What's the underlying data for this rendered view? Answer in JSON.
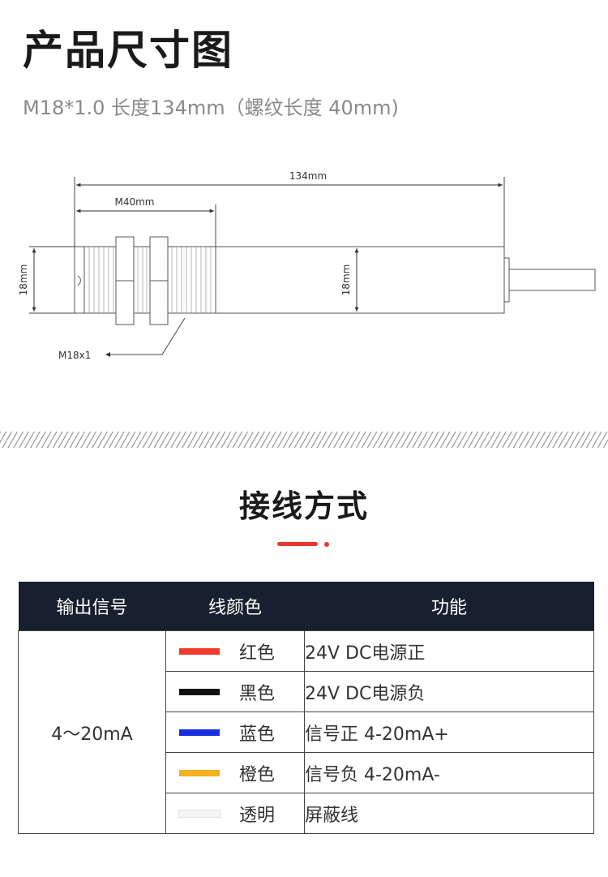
{
  "header": {
    "title": "产品尺寸图",
    "subtitle": "M18*1.0 长度134mm（螺纹长度 40mm)"
  },
  "diagram": {
    "total_length_label": "134mm",
    "thread_length_label": "M40mm",
    "diameter_left_label": "18mm",
    "diameter_body_label": "18mm",
    "thread_callout_label": "M18x1"
  },
  "wiring": {
    "title": "接线方式",
    "accent_color": "#e8382c",
    "header_bg": "#18202f",
    "columns": [
      "输出信号",
      "线颜色",
      "功能"
    ],
    "signal": "4～20mA",
    "rows": [
      {
        "color_name": "红色",
        "swatch": "#f0392b",
        "function": "24V DC电源正"
      },
      {
        "color_name": "黑色",
        "swatch": "#111111",
        "function": "24V DC电源负"
      },
      {
        "color_name": "蓝色",
        "swatch": "#1a2fe0",
        "function": "信号正 4-20mA+"
      },
      {
        "color_name": "橙色",
        "swatch": "#f5b021",
        "function": "信号负 4-20mA-"
      },
      {
        "color_name": "透明",
        "swatch": "#f4f4f4",
        "function": "屏蔽线"
      }
    ]
  }
}
